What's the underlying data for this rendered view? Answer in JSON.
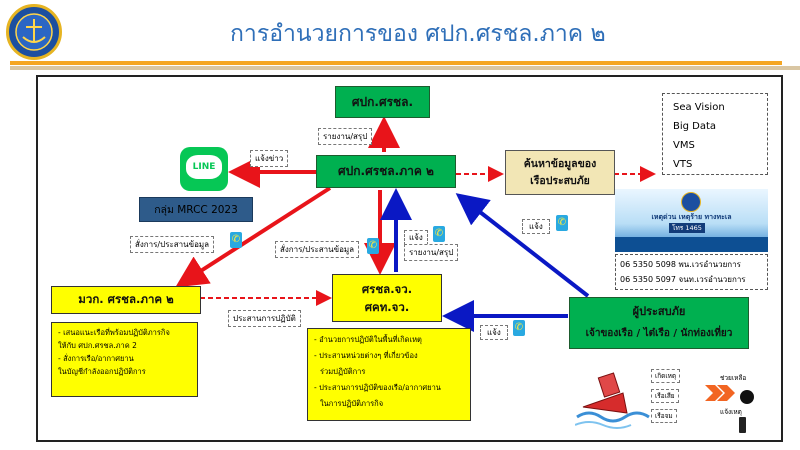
{
  "header": {
    "title": "การอำนวยการของ ศปก.ศรชล.ภาค ๒"
  },
  "nodes": {
    "hq": "ศปก.ศรชล.",
    "region": "ศปก.ศรชล.ภาค ๒",
    "search": [
      "ค้นหาข้อมูลของ",
      "เรือประสบภัย"
    ],
    "line_group": "กลุ่ม MRCC 2023",
    "mwk": "มวก. ศรชล.ภาค ๒",
    "province": [
      "ศรชล.จว.",
      "ศคท.จว."
    ],
    "victim": [
      "ผู้ประสบภัย",
      "เจ้าของเรือ / ไต๋เรือ / นักท่องเที่ยว"
    ]
  },
  "logo_text": "LINE",
  "labels": {
    "report_hq": "รายงาน/สรุป",
    "notify_line": "แจ้งข่าว",
    "order_left": "สั่งการ/ประสานข้อมูล",
    "order_mid": "สั่งการ/ประสานข้อมูล",
    "notify_mid": "แจ้ง",
    "report_mid": "รายงาน/สรุป",
    "notify_right": "แจ้ง",
    "coord_ops": "ประสานการปฏิบัติ",
    "notify_bottom": "แจ้ง"
  },
  "systems": [
    "Sea Vision",
    "Big Data",
    "VMS",
    "VTS"
  ],
  "phones": [
    "06 5350 5098 พน.เวรอำนวยการ",
    "06 5350 5097 จนท.เวรอำนวยการ"
  ],
  "notes_mwk": [
    "- เสนอแนะเรือที่พร้อมปฏิบัติภารกิจ",
    "ให้กับ ศปก.ศรชล.ภาค 2",
    "- สั่งการเรือ/อากาศยาน",
    "ในบัญชีกำลังออกปฏิบัติการ"
  ],
  "notes_province": [
    "- อำนวยการปฏิบัติในพื้นที่เกิดเหตุ",
    "- ประสานหน่วยต่างๆ ที่เกี่ยวข้อง",
    "ร่วมปฏิบัติการ",
    "- ประสานการปฏิบัติของเรือ/อากาศยาน",
    "ในการปฏิบัติภารกิจ"
  ],
  "banner": {
    "title": "เหตุด่วน เหตุร้าย ทางทะเล",
    "hotline": "โทร 1465"
  },
  "process": [
    "เกิดเหตุ",
    "เรือเสีย",
    "เรือจม"
  ],
  "process_actions": [
    "ช่วยเหลือ",
    "แจ้งเหตุ"
  ],
  "colors": {
    "red": "#e8141a",
    "blue": "#0a18c4",
    "green": "#00b050",
    "yellow": "#ffff00",
    "title": "#2f6fb8",
    "accent": "#f5a623"
  }
}
